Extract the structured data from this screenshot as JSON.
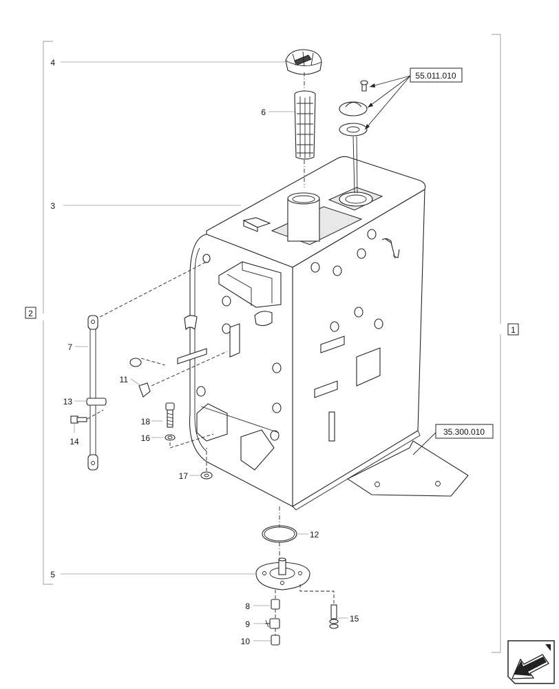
{
  "labels": {
    "n1": "1",
    "n2": "2",
    "n3": "3",
    "n4": "4",
    "n5": "5",
    "n6": "6",
    "n7": "7",
    "n8": "8",
    "n9": "9",
    "n10": "10",
    "n11": "11",
    "n12": "12",
    "n13": "13",
    "n14": "14",
    "n15": "15",
    "n16": "16",
    "n17": "17",
    "n18": "18"
  },
  "references": {
    "filler_cap_ref": "55.011.010",
    "support_ref": "35.300.010"
  },
  "nav_icon": "previous-page-arrow-icon"
}
